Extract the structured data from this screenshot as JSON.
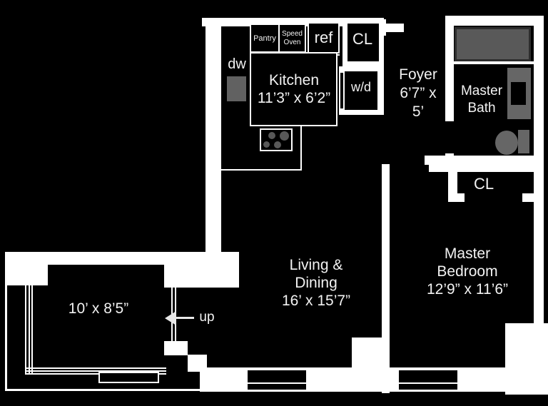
{
  "palette": {
    "floor": "#000000",
    "wall": "#ffffff",
    "text": "#f2f2f2",
    "fixture_gray": "#5e5e5e",
    "tub_gray": "#595959"
  },
  "rooms": {
    "kitchen": {
      "lines": [
        "Kitchen",
        "11’3” x 6’2”"
      ]
    },
    "foyer": {
      "lines": [
        "Foyer",
        "6’7” x",
        "5’"
      ]
    },
    "master_bath": {
      "lines": [
        "Master",
        "Bath"
      ]
    },
    "master_bedroom": {
      "lines": [
        "Master",
        "Bedroom",
        "12’9” x 11’6”"
      ]
    },
    "living_dining": {
      "lines": [
        "Living &",
        "Dining",
        "16’ x 15’7”"
      ]
    },
    "terrace": {
      "lines": [
        "10’ x 8’5”"
      ]
    }
  },
  "fixtures": {
    "pantry": "Pantry",
    "speed_oven_lines": [
      "Speed",
      "Oven"
    ],
    "refrigerator": "ref",
    "dishwasher": "dw",
    "washer_dryer": "w/d",
    "hall_closet": "CL",
    "master_closet": "CL",
    "stairs_direction": "up"
  }
}
